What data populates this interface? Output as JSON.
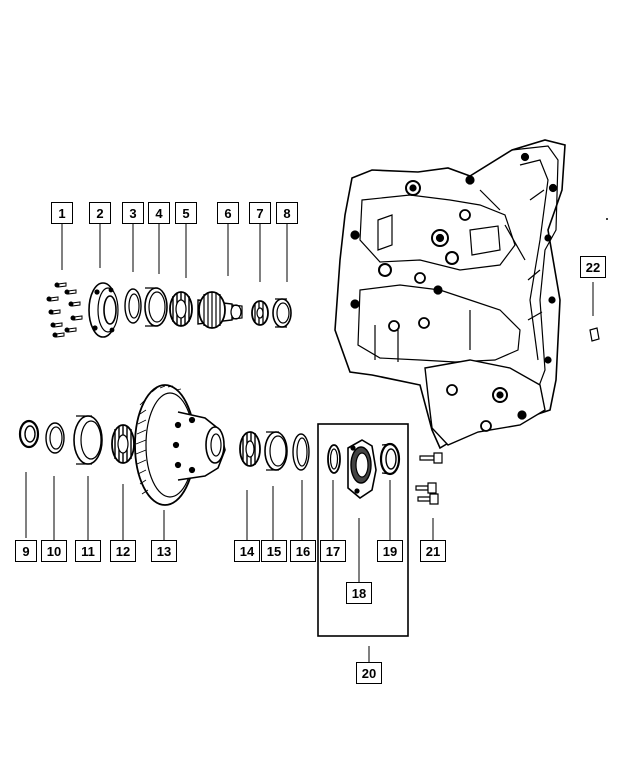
{
  "diagram": {
    "callouts": [
      {
        "id": "c1",
        "label": "1"
      },
      {
        "id": "c2",
        "label": "2"
      },
      {
        "id": "c3",
        "label": "3"
      },
      {
        "id": "c4",
        "label": "4"
      },
      {
        "id": "c5",
        "label": "5"
      },
      {
        "id": "c6",
        "label": "6"
      },
      {
        "id": "c7",
        "label": "7"
      },
      {
        "id": "c8",
        "label": "8"
      },
      {
        "id": "c9",
        "label": "9"
      },
      {
        "id": "c10",
        "label": "10"
      },
      {
        "id": "c11",
        "label": "11"
      },
      {
        "id": "c12",
        "label": "12"
      },
      {
        "id": "c13",
        "label": "13"
      },
      {
        "id": "c14",
        "label": "14"
      },
      {
        "id": "c15",
        "label": "15"
      },
      {
        "id": "c16",
        "label": "16"
      },
      {
        "id": "c17",
        "label": "17"
      },
      {
        "id": "c18",
        "label": "18"
      },
      {
        "id": "c19",
        "label": "19"
      },
      {
        "id": "c20",
        "label": "20"
      },
      {
        "id": "c21",
        "label": "21"
      },
      {
        "id": "c22",
        "label": "22"
      }
    ]
  }
}
